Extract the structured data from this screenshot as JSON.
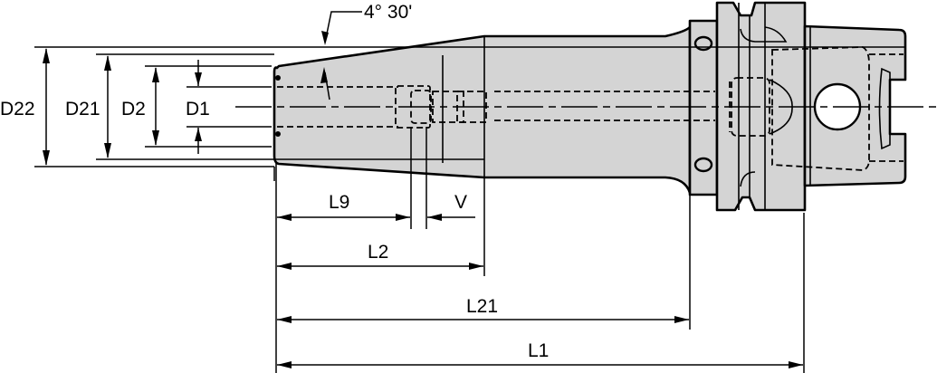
{
  "drawing": {
    "title": "Shrink fit tool holder dimension drawing",
    "colors": {
      "part_fill": "#d4d4d4",
      "line": "#000000",
      "background": "#ffffff"
    },
    "angle_label": "4° 30'",
    "diameters": {
      "d22": "D22",
      "d21": "D21",
      "d2": "D2",
      "d1": "D1"
    },
    "lengths": {
      "l9": "L9",
      "v": "V",
      "l2": "L2",
      "l21": "L21",
      "l1": "L1"
    }
  }
}
